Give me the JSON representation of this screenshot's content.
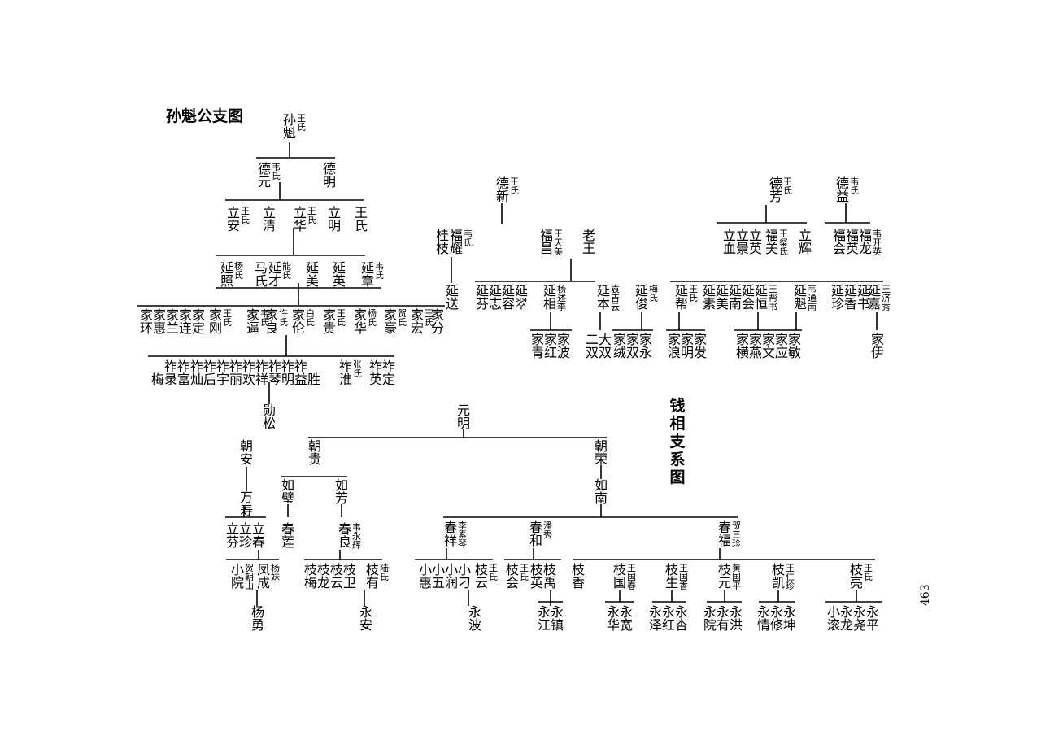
{
  "titles": {
    "sun": "孙魁公支图",
    "qian": "钱\n相\n支\n系\n图"
  },
  "page_number": "463",
  "nodes": [
    {
      "r1": "孙",
      "r2": "魁",
      "sp": "王\n氏"
    },
    {
      "r1": "德",
      "r2": "元",
      "sp": "韦\n氏"
    },
    {
      "r1": "德",
      "r2": "明"
    },
    {
      "r1": "立",
      "r2": "安",
      "sp": "王\n氏"
    },
    {
      "r1": "立",
      "r2": "清"
    },
    {
      "r1": "立",
      "r2": "华",
      "sp": "王\n氏"
    },
    {
      "r1": "立",
      "r2": "明"
    },
    {
      "r1": "王",
      "r2": "氏"
    },
    {
      "r1": "延",
      "r2": "照",
      "sp": "杨\n氏"
    },
    {
      "r1": "马",
      "r2": "氏"
    },
    {
      "r1": "延",
      "r2": "才",
      "sp": "能\n氏"
    },
    {
      "r1": "延",
      "r2": "美"
    },
    {
      "r1": "延",
      "r2": "英"
    },
    {
      "r1": "延",
      "r2": "章",
      "sp": "韦\n氏"
    },
    {
      "r1": "家家家家家",
      "r2": "环惠兰连定"
    },
    {
      "r1": "家",
      "r2": "刚",
      "sp": "王\n氏"
    },
    {
      "r1": "家",
      "r2": "逼",
      "sp": "韦\n氏"
    },
    {
      "r1": "家",
      "r2": "良",
      "sp": "许\n氏"
    },
    {
      "r1": "家",
      "r2": "伦",
      "sp": "白\n氏"
    },
    {
      "r1": "家",
      "r2": "贵",
      "sp": "王\n氏"
    },
    {
      "r1": "家",
      "r2": "华",
      "sp": "杨\n氏"
    },
    {
      "r1": "家",
      "r2": "豪",
      "sp": "贺\n氏"
    },
    {
      "r1": "家",
      "r2": "宏",
      "sp": "王\n氏"
    },
    {
      "r1": "家",
      "r2": "分"
    },
    {
      "r1": "祚祚祚祚祚祚祚祚祚祚祚",
      "r2": "梅录富灿后宇丽欢祥琴明益胜"
    },
    {
      "r1": "祚",
      "r2": "淮",
      "sp": "张\n氏"
    },
    {
      "r1": "祚祚",
      "r2": "英定"
    },
    {
      "r1": "勋",
      "r2": "松"
    },
    {
      "r1": "德",
      "r2": "新",
      "sp": "王\n氏"
    },
    {
      "r1": "桂",
      "r2": "枝"
    },
    {
      "r1": "福",
      "r2": "耀",
      "sp": "韦\n氏"
    },
    {
      "r1": "延",
      "r2": "送"
    },
    {
      "r1": "福",
      "r2": "昌",
      "sp": "王\n天\n美"
    },
    {
      "r1": "老",
      "r2": "王"
    },
    {
      "r1": "延延延延",
      "r2": "芬志容翠"
    },
    {
      "r1": "延",
      "r2": "相",
      "sp": "杨\n述\n李"
    },
    {
      "r1": "延",
      "r2": "本",
      "sp": "袁\n吉\n云"
    },
    {
      "r1": "延",
      "r2": "俊",
      "sp": "梅\n氏"
    },
    {
      "r1": "家家家",
      "r2": "青红波"
    },
    {
      "r1": "二大",
      "r2": "双双"
    },
    {
      "r1": "家家家",
      "r2": "绒双永"
    },
    {
      "r1": "德",
      "r2": "芳",
      "sp": "王\n氏"
    },
    {
      "r1": "德",
      "r2": "益",
      "sp": "韦\n氏"
    },
    {
      "r1": "立立立",
      "r2": "血景英"
    },
    {
      "r1": "福",
      "r2": "美",
      "sp": "王\n粲\n氏"
    },
    {
      "r1": "立",
      "r2": "辉"
    },
    {
      "r1": "福福福",
      "r2": "会英龙",
      "sp": "韦\n开\n英"
    },
    {
      "r1": "延",
      "r2": "帮",
      "sp": "王\n氏"
    },
    {
      "r1": "延延延延",
      "r2": "素美南会"
    },
    {
      "r1": "延",
      "r2": "恒",
      "sp": "王\n帮\n书"
    },
    {
      "r1": "延",
      "r2": "魁",
      "sp": "韦\n通\n南"
    },
    {
      "r1": "延延延",
      "r2": "珍香书"
    },
    {
      "r1": "延",
      "r2": "嘉",
      "sp": "王\n济\n秀"
    },
    {
      "r1": "家家家",
      "r2": "浪明发"
    },
    {
      "r1": "家家家家家",
      "r2": "横燕文应敏"
    },
    {
      "r1": "家",
      "r2": "伊"
    },
    {
      "r1": "元",
      "r2": "明"
    },
    {
      "r1": "朝",
      "r2": "贵"
    },
    {
      "r1": "朝",
      "r2": "荣"
    },
    {
      "r1": "朝",
      "r2": "安"
    },
    {
      "r1": "万",
      "r2": "寿"
    },
    {
      "r1": "如",
      "r2": "璧"
    },
    {
      "r1": "如",
      "r2": "芳"
    },
    {
      "r1": "如",
      "r2": "南"
    },
    {
      "r1": "立立立",
      "r2": "芬珍春"
    },
    {
      "r1": "春",
      "r2": "莲"
    },
    {
      "r1": "春",
      "r2": "良",
      "sp": "韦\n永\n辉"
    },
    {
      "r1": "小",
      "r2": "院",
      "sp": "贺\n朝\n山"
    },
    {
      "r1": "凤",
      "r2": "成",
      "sp": "杨\n妹"
    },
    {
      "r1": "枝枝枝枝",
      "r2": "梅龙云卫"
    },
    {
      "r1": "枝",
      "r2": "有",
      "sp": "陆\n氏"
    },
    {
      "r1": "杨",
      "r2": "勇"
    },
    {
      "r1": "永",
      "r2": "安"
    },
    {
      "r1": "春",
      "r2": "祥",
      "sp": "李\n素\n琴"
    },
    {
      "r1": "春",
      "r2": "和",
      "sp": "潘\n秀"
    },
    {
      "r1": "春",
      "r2": "福",
      "sp": "贺\n三\n珍"
    },
    {
      "r1": "小小小小",
      "r2": "惠五润刁"
    },
    {
      "r1": "枝",
      "r2": "云",
      "sp": "王\n氏"
    },
    {
      "r1": "枝",
      "r2": "会",
      "sp": "王\n氏"
    },
    {
      "r1": "枝枝",
      "r2": "英禹"
    },
    {
      "r1": "枝",
      "r2": "香"
    },
    {
      "r1": "枝",
      "r2": "国",
      "sp": "王\n国\n春"
    },
    {
      "r1": "枝",
      "r2": "生",
      "sp": "王\n国\n香"
    },
    {
      "r1": "枝",
      "r2": "元",
      "sp": "黄\n国\n平"
    },
    {
      "r1": "枝",
      "r2": "凯",
      "sp": "王\n仁\n珍"
    },
    {
      "r1": "枝",
      "r2": "亮",
      "sp": "王\n氏"
    },
    {
      "r1": "永",
      "r2": "波"
    },
    {
      "r1": "永永",
      "r2": "江镇"
    },
    {
      "r1": "永永",
      "r2": "华宽"
    },
    {
      "r1": "永永永",
      "r2": "泽红杏"
    },
    {
      "r1": "永永永",
      "r2": "院有洪"
    },
    {
      "r1": "永永永",
      "r2": "情修坤"
    },
    {
      "r1": "小永永永",
      "r2": "滚龙尧平"
    }
  ]
}
